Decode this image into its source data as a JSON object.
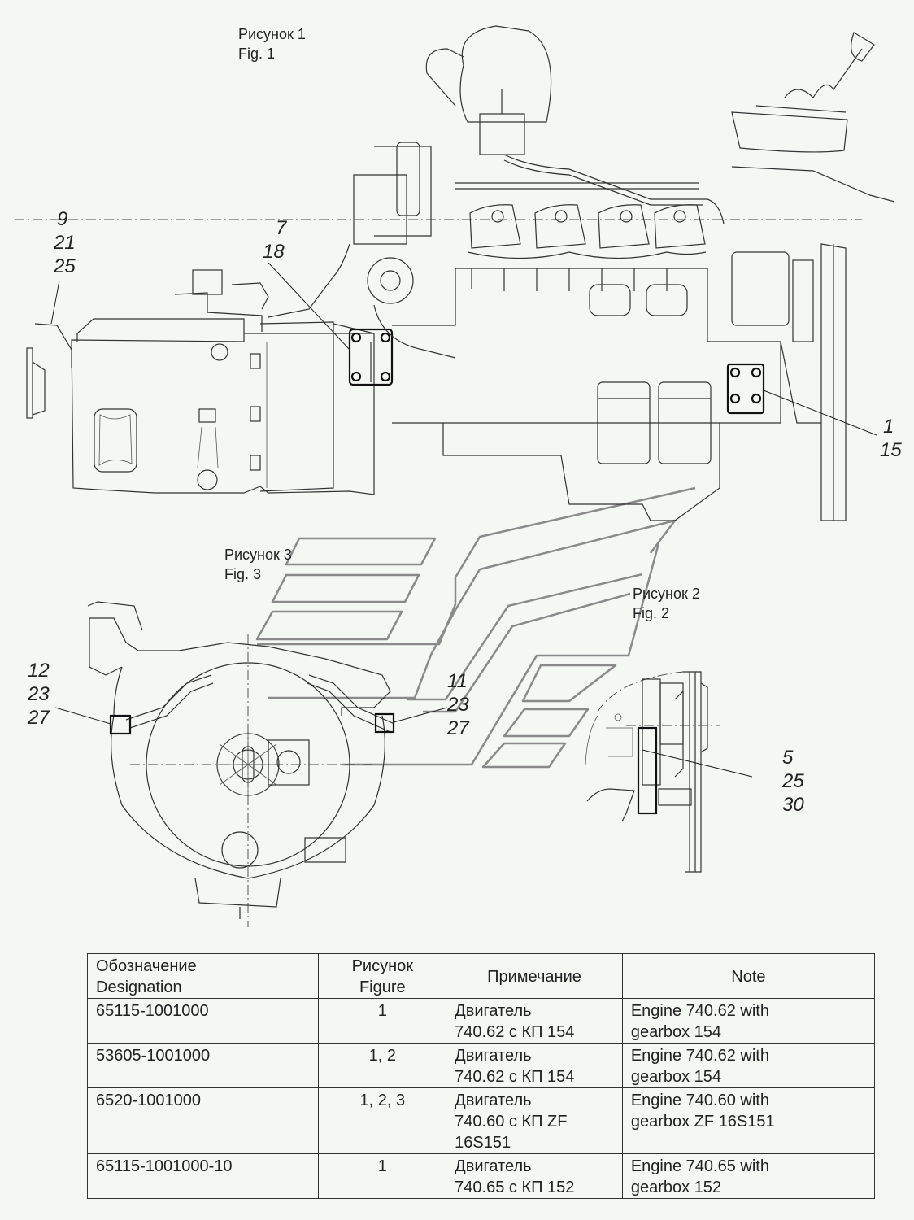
{
  "figures": {
    "fig1": {
      "caption_ru": "Рисунок 1",
      "caption_en": "Fig. 1"
    },
    "fig2": {
      "caption_ru": "Рисунок 2",
      "caption_en": "Fig. 2"
    },
    "fig3": {
      "caption_ru": "Рисунок 3",
      "caption_en": "Fig. 3"
    }
  },
  "callouts": {
    "fig1_left": [
      "9",
      "21",
      "25"
    ],
    "fig1_mount": [
      "7",
      "18"
    ],
    "fig1_front": [
      "1",
      "15"
    ],
    "fig3_left": [
      "12",
      "23",
      "27"
    ],
    "fig3_right": [
      "11",
      "23",
      "27"
    ],
    "fig2": [
      "5",
      "25",
      "30"
    ]
  },
  "table": {
    "headers": {
      "designation": [
        "Обозначение",
        "Designation"
      ],
      "figure": [
        "Рисунок",
        "Figure"
      ],
      "note_ru": "Примечание",
      "note_en": "Note"
    },
    "rows": [
      {
        "designation": "65115-1001000",
        "figure": "1",
        "note_ru": [
          "Двигатель",
          "740.62 с КП 154"
        ],
        "note_en": [
          "Engine 740.62 with",
          "gearbox 154"
        ]
      },
      {
        "designation": "53605-1001000",
        "figure": "1, 2",
        "note_ru": [
          "Двигатель",
          "740.62 с КП 154"
        ],
        "note_en": [
          "Engine 740.62 with",
          "gearbox 154"
        ]
      },
      {
        "designation": "6520-1001000",
        "figure": "1, 2, 3",
        "note_ru": [
          "Двигатель",
          "740.60 с КП ZF",
          "16S151"
        ],
        "note_en": [
          "Engine 740.60 with",
          "gearbox ZF 16S151"
        ]
      },
      {
        "designation": "65115-1001000-10",
        "figure": "1",
        "note_ru": [
          "Двигатель",
          "740.65 с КП 152"
        ],
        "note_en": [
          "Engine 740.65 with",
          "gearbox 152"
        ]
      }
    ]
  }
}
